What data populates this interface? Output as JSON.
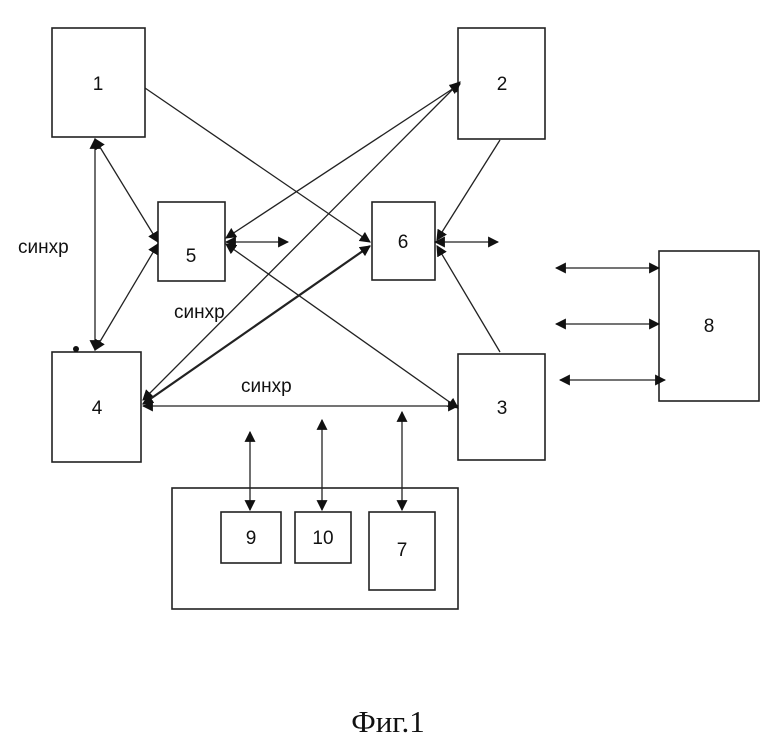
{
  "blocks": {
    "b1": "1",
    "b2": "2",
    "b3": "3",
    "b4": "4",
    "b5": "5",
    "b6": "6",
    "b7": "7",
    "b8": "8",
    "b9": "9",
    "b10": "10"
  },
  "labels": {
    "sync_left": "синхр",
    "sync_middle": "синхр",
    "sync_bottom": "синхр"
  },
  "caption": "Фиг.1"
}
